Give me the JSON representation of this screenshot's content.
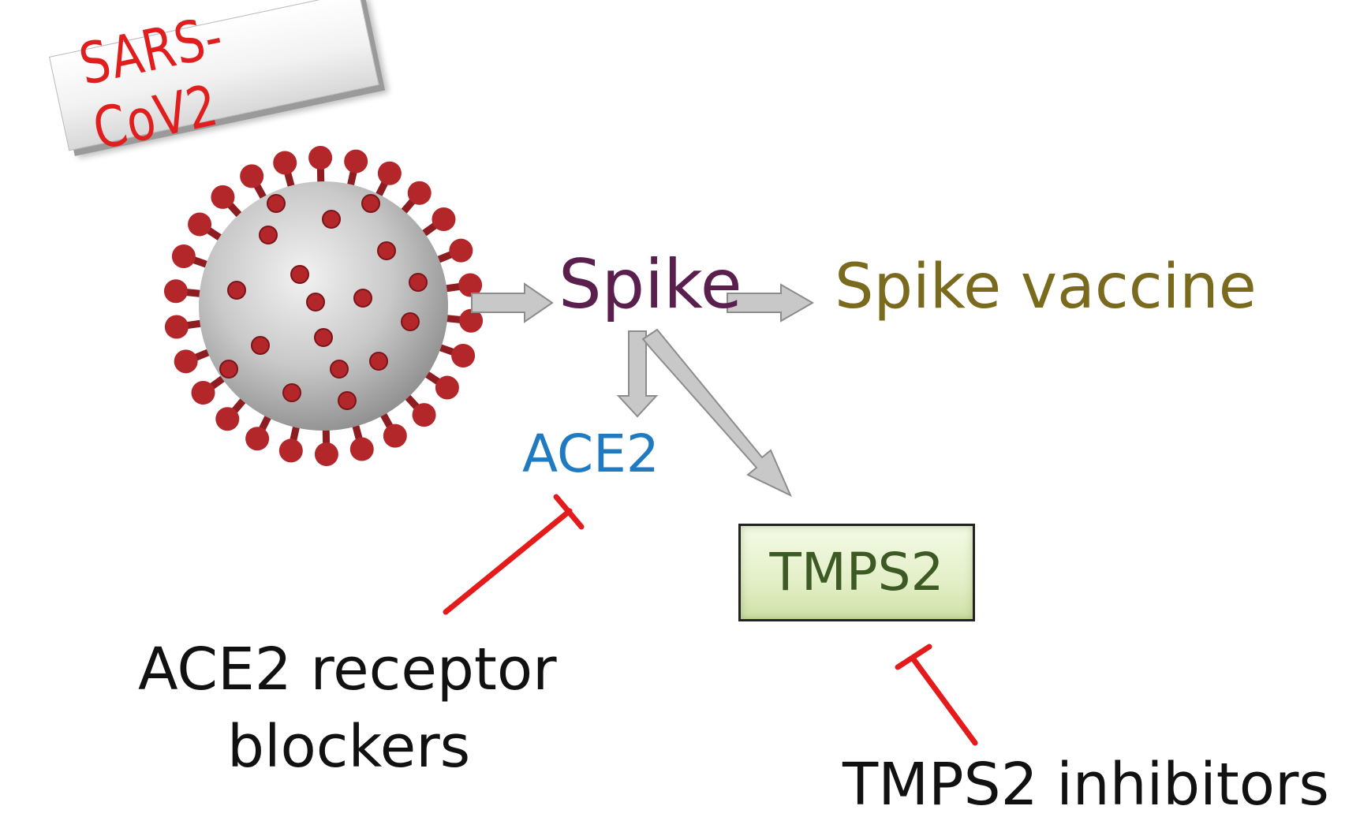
{
  "nodes": {
    "sars_cov2": "SARS-CoV2",
    "spike": "Spike",
    "spike_vaccine": "Spike vaccine",
    "ace2": "ACE2",
    "tmps2": "TMPS2",
    "ace2_blockers_line1": "ACE2 receptor",
    "ace2_blockers_line2": "blockers",
    "tmps2_inhibitors": "TMPS2 inhibitors"
  },
  "colors": {
    "sars_text": "#e01e1e",
    "spike_text": "#5b1f4d",
    "vaccine_text": "#7a6a1e",
    "ace2_text": "#1f7ac2",
    "tmps2_text": "#3d5a25",
    "arrow_fill": "#c8c8c8",
    "arrow_stroke": "#8c8c8c",
    "inhibit_line": "#e51b1b",
    "virus_body": "#c9c9c9",
    "virus_spike": "#b3262a"
  },
  "icons": {
    "virus": "coronavirus-icon"
  }
}
